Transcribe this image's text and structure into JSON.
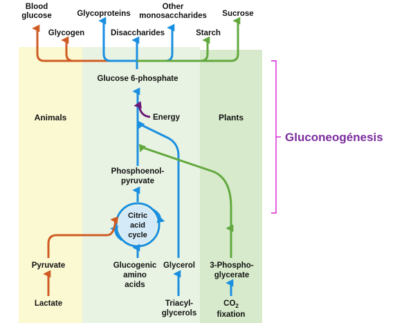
{
  "colors": {
    "animals_bg": "#fbf9d2",
    "center_bg": "#e9f3e3",
    "plants_bg": "#d7ebcc",
    "blue": "#1a8fe0",
    "orange": "#cf5b24",
    "green": "#62a83e",
    "purple": "#6a1a78",
    "bracket": "#d21fd3",
    "gluconeo_text": "#7b2d9e"
  },
  "region_labels": {
    "animals": "Animals",
    "plants": "Plants"
  },
  "top_products": {
    "blood_glucose": [
      "Blood",
      "glucose"
    ],
    "glycoproteins": "Glycoproteins",
    "other_monosaccharides": [
      "Other",
      "monosaccharides"
    ],
    "sucrose": "Sucrose",
    "glycogen": "Glycogen",
    "disaccharides": "Disaccharides",
    "starch": "Starch"
  },
  "pathway": {
    "glucose6p": "Glucose 6-phosphate",
    "energy": "Energy",
    "pep": [
      "Phosphoenol-",
      "pyruvate"
    ],
    "citric_cycle": [
      "Citric",
      "acid",
      "cycle"
    ],
    "pyruvate": "Pyruvate",
    "lactate": "Lactate",
    "glucogenic": [
      "Glucogenic",
      "amino",
      "acids"
    ],
    "glycerol": "Glycerol",
    "triacyl": [
      "Triacyl-",
      "glycerols"
    ],
    "phosphoglycerate": [
      "3-Phospho-",
      "glycerate"
    ],
    "co2_main": "CO",
    "co2_sub": "2",
    "fixation": "fixation"
  },
  "annotation": {
    "gluconeogenesis": "Gluconeogénesis"
  }
}
